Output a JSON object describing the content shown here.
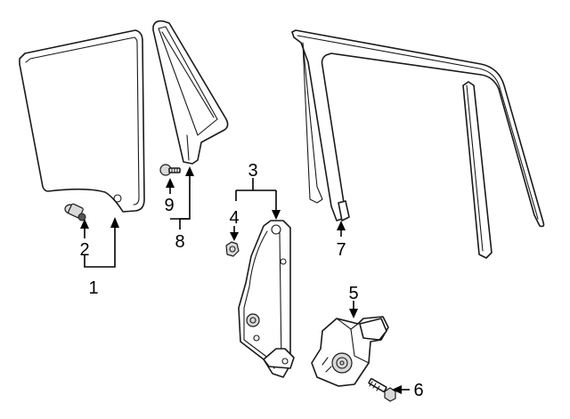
{
  "callouts": {
    "c1": "1",
    "c2": "2",
    "c3": "3",
    "c4": "4",
    "c5": "5",
    "c6": "6",
    "c7": "7",
    "c8": "8",
    "c9": "9"
  },
  "colors": {
    "line": "#1a1a1a",
    "shade": "#d9d9d9",
    "background": "#ffffff"
  }
}
